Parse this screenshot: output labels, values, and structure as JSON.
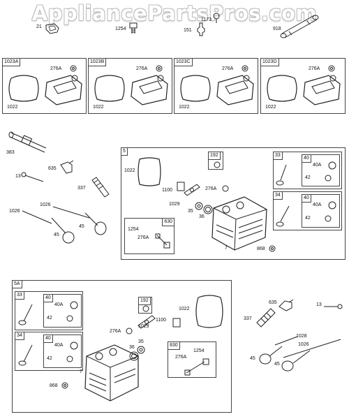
{
  "watermark": "AppliancePartsPros.com",
  "top_parts": {
    "p21": "21",
    "p1254": "1254",
    "p151": "151",
    "p1173": "1173",
    "p918": "918"
  },
  "cover_boxes": [
    {
      "tag": "1023A",
      "gasket": "1022",
      "screw": "276A"
    },
    {
      "tag": "1023B",
      "gasket": "1022",
      "screw": "276A"
    },
    {
      "tag": "1023C",
      "gasket": "1022",
      "screw": "276A"
    },
    {
      "tag": "1023D",
      "gasket": "1022",
      "screw": "276A"
    }
  ],
  "left_parts": {
    "p383": "383",
    "p635": "635",
    "p13": "13",
    "p337": "337",
    "p1026a": "1026",
    "p1026b": "1026",
    "p45a": "45",
    "p45b": "45"
  },
  "box5": {
    "tag": "5",
    "labels": {
      "gasket": "1022",
      "rocker": "1100",
      "screw": "276A",
      "arm": "1029",
      "p35": "35",
      "p36": "36",
      "p7": "7",
      "p868": "868"
    },
    "box192": {
      "tag": "192"
    },
    "box630": {
      "tag": "630",
      "p1254": "1254",
      "p276a": "276A"
    },
    "box33": {
      "tag": "33",
      "p40": "40",
      "p40a": "40A",
      "p42": "42"
    },
    "box34": {
      "tag": "34",
      "p40": "40",
      "p40a": "40A",
      "p42": "42"
    }
  },
  "box5a": {
    "tag": "5A",
    "labels": {
      "gasket": "1022",
      "rocker": "1100",
      "screw": "276A",
      "arm": "1029",
      "p35": "35",
      "p36": "36",
      "p7": "7",
      "p868": "868"
    },
    "box192": {
      "tag": "192"
    },
    "box830": {
      "tag": "830",
      "p1254": "1254",
      "p276a": "276A"
    },
    "box33": {
      "tag": "33",
      "p40": "40",
      "p40a": "40A",
      "p42": "42"
    },
    "box34": {
      "tag": "34",
      "p40": "40",
      "p40a": "40A",
      "p42": "42"
    }
  },
  "right_parts": {
    "p635": "635",
    "p13": "13",
    "p337": "337",
    "p1028": "1028",
    "p1026": "1026",
    "p45a": "45",
    "p45b": "45"
  }
}
